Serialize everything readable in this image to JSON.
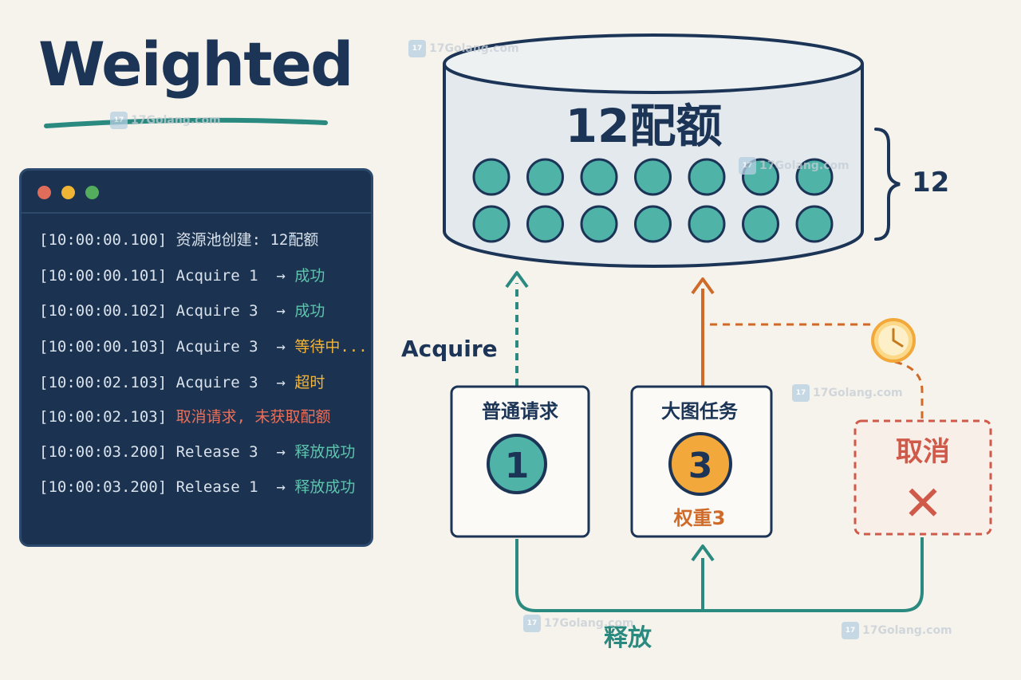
{
  "title": "Weighted",
  "pool": {
    "label": "12配额",
    "count_label": "12",
    "token_rows": 2,
    "token_cols": 7
  },
  "log": {
    "lines": [
      {
        "ts": "[10:00:00.100]",
        "msg": "资源池创建: 12配额",
        "status": ""
      },
      {
        "ts": "[10:00:00.101]",
        "msg": "Acquire 1",
        "status": "成功"
      },
      {
        "ts": "[10:00:00.102]",
        "msg": "Acquire 3",
        "status": "成功"
      },
      {
        "ts": "[10:00:00.103]",
        "msg": "Acquire 3",
        "status": "等待中..."
      },
      {
        "ts": "[10:00:02.103]",
        "msg": "Acquire 3",
        "status": "超时"
      },
      {
        "ts": "[10:00:02.103]",
        "msg": "取消请求, 未获取配额",
        "status": ""
      },
      {
        "ts": "[10:00:03.200]",
        "msg": "Release 3",
        "status": "释放成功"
      },
      {
        "ts": "[10:00:03.200]",
        "msg": "Release 1",
        "status": "释放成功"
      }
    ],
    "arrow": "→"
  },
  "acquire_label": "Acquire",
  "release_label": "释放",
  "boxes": {
    "normal": {
      "title": "普通请求",
      "weight": "1"
    },
    "large": {
      "title": "大图任务",
      "weight": "3",
      "caption": "权重3"
    },
    "cancel": {
      "title": "取消",
      "mark": "✕"
    }
  },
  "watermark": "17Golang.com",
  "colors": {
    "teal": "#2a8a80",
    "orange": "#cf6a28",
    "navy": "#1c3557",
    "token": "#4fb3a8",
    "red": "#d05a49",
    "gold": "#f2a83a"
  }
}
